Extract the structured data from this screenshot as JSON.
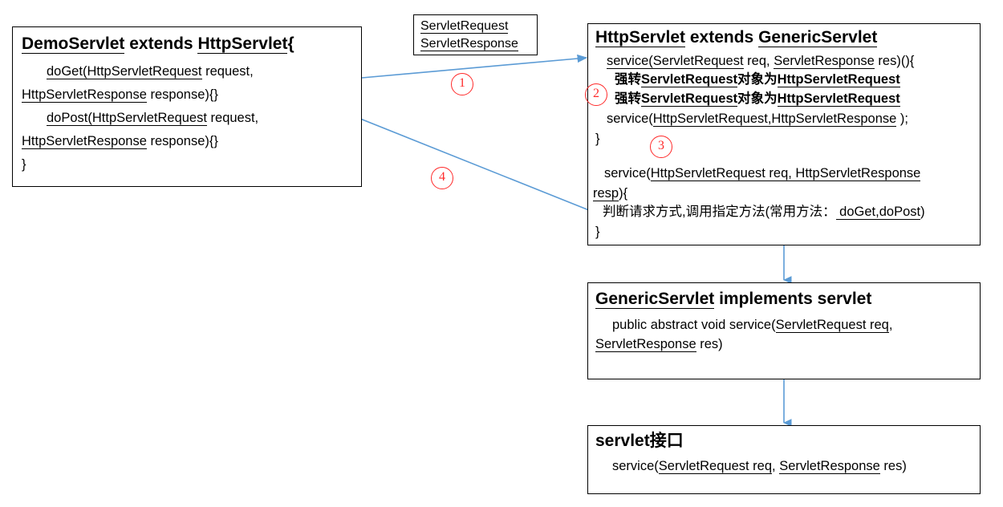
{
  "diagram": {
    "title": "Servlet inheritance hierarchy diagram",
    "accent_arrow_color": "#5b9bd5",
    "marker_color": "#ff2a2a",
    "box_border_color": "#000000"
  },
  "demo_servlet_box": {
    "header": "DemoServlet  extends HttpServlet{",
    "header_part1": "DemoServlet",
    "header_mid": "  extends  ",
    "header_part2": "HttpServlet",
    "header_brace": "{",
    "line1_a": "doGet(HttpServletRequest",
    "line1_b": " request,",
    "line2_a": "HttpServletResponse",
    "line2_b": " response){}",
    "line3_a": "doPost(HttpServletRequest",
    "line3_b": " request,",
    "line4_a": "HttpServletResponse",
    "line4_b": " response){}",
    "line5": "}"
  },
  "servlet_io_label_box": {
    "line1": "ServletRequest",
    "line2": "ServletResponse"
  },
  "http_servlet_box": {
    "header_part1": "HttpServlet",
    "header_mid": " extends ",
    "header_part2": "GenericServlet",
    "line1_a": "service(ServletRequest",
    "line1_b": " req, ",
    "line1_c": "ServletResponse",
    "line1_d": " res)(){",
    "cn_line1_a": "强转",
    "cn_line1_b": "ServletRequest",
    "cn_line1_c": "对象为",
    "cn_line1_d": "HttpServletRequest",
    "cn_line2_a": "强转",
    "cn_line2_b": "ServletRequest",
    "cn_line2_c": "对象为",
    "cn_line2_d": "HttpServletRequest",
    "line2_a": "service(",
    "line2_b": "HttpServletRequest,HttpServletResponse",
    "line2_c": " );",
    "line3": "}",
    "line4_a": "service(",
    "line4_b": "HttpServletRequest req, HttpServletResponse",
    "line5_a": "resp",
    "line5_b": "){",
    "line6_a": "判断请求方式,调用指定方法(常用方法：",
    "line6_b": " doGet,doPost",
    "line6_c": ")",
    "line7": "}"
  },
  "generic_servlet_box": {
    "header_part1": "GenericServlet",
    "header_mid": "  implements  servlet",
    "line1_a": "public abstract void service(",
    "line1_b": "ServletRequest req",
    "line1_c": ",",
    "line2_a": "ServletResponse",
    "line2_b": " res)"
  },
  "servlet_interface_box": {
    "header": "servlet接口",
    "line1_a": "service(",
    "line1_b": "ServletRequest req",
    "line1_c": ", ",
    "line1_d": "ServletResponse",
    "line1_e": " res)"
  },
  "markers": {
    "one": "①",
    "two": "②",
    "three": "③",
    "four": "④",
    "one_plain": "1",
    "two_plain": "2",
    "three_plain": "3",
    "four_plain": "4"
  }
}
